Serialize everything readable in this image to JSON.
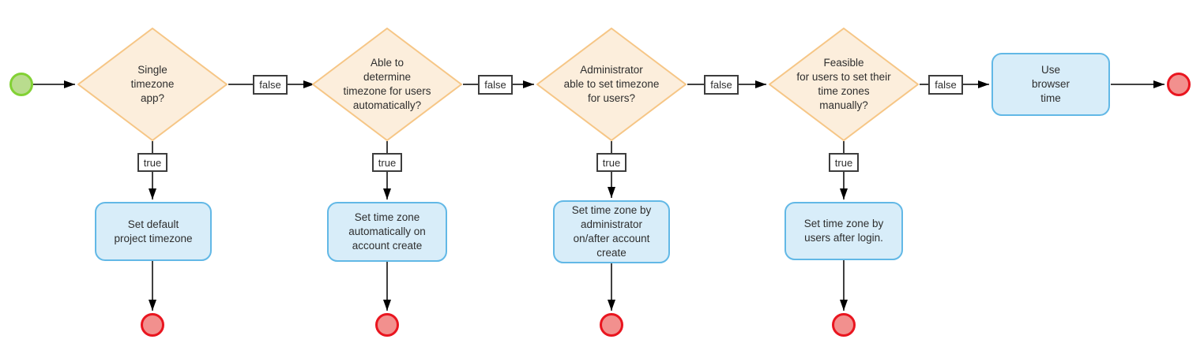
{
  "flowchart": {
    "columns": [
      {
        "decision": "Single\ntimezone\napp?",
        "false_label": "false",
        "true_label": "true",
        "process": "Set default\nproject timezone"
      },
      {
        "decision": "Able to\ndetermine\ntimezone for users\nautomatically?",
        "false_label": "false",
        "true_label": "true",
        "process": "Set time zone\nautomatically on\naccount create"
      },
      {
        "decision": "Administrator\nable to set timezone\nfor users?",
        "false_label": "false",
        "true_label": "true",
        "process": "Set time zone by\nadministrator\non/after account\ncreate"
      },
      {
        "decision": "Feasible\nfor users to set their\ntime zones\nmanually?",
        "false_label": "false",
        "true_label": "true",
        "process": "Set time zone by\nusers after login."
      }
    ],
    "final_process": "Use\nbrowser\ntime",
    "colors": {
      "decision_fill": "#FCEEDC",
      "decision_border": "#F6C686",
      "process_fill": "#D8EDF9",
      "process_border": "#62B8E6",
      "start_fill": "#B9DC8E",
      "start_border": "#82D134",
      "end_fill": "#F2908E",
      "end_border": "#E9151F",
      "connector": "#000000",
      "label_border": "#3d3d3d",
      "text": "#2e2e2e"
    }
  }
}
